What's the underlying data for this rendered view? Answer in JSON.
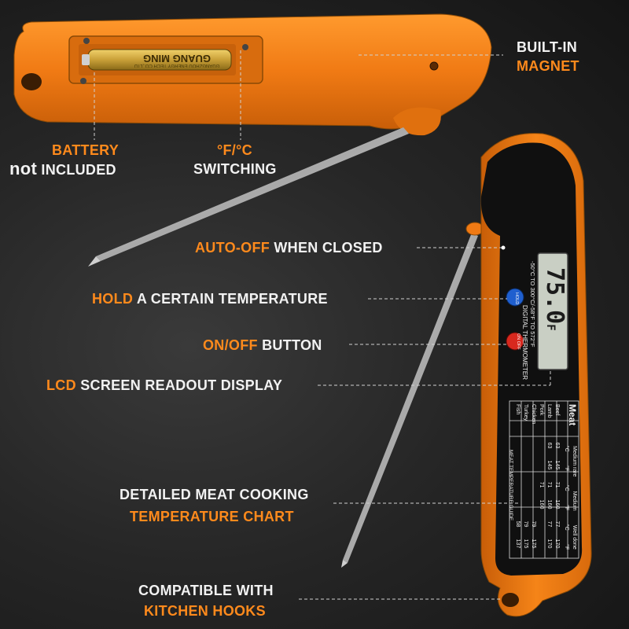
{
  "colors": {
    "accent": "#ff8a1c",
    "body_orange": "#f07a14",
    "text": "#f2f2f2",
    "lcd": "#c9cfc4"
  },
  "battery_brand": "GUANG MING",
  "battery_small_text": "GUANGZHOU ENERGY TECH CO.,LTD",
  "labels": {
    "built_in": "BUILT-IN",
    "magnet": "MAGNET",
    "battery": "BATTERY",
    "not": "not",
    "included": "INCLUDED",
    "fc": "°F/°C",
    "switching": "SWITCHING",
    "auto_off_accent": "AUTO-OFF",
    "auto_off_rest": "WHEN CLOSED",
    "hold_accent": "HOLD",
    "hold_rest": "A CERTAIN TEMPERATURE",
    "onoff_accent": "ON/OFF",
    "onoff_rest": "BUTTON",
    "lcd_accent": "LCD",
    "lcd_rest": "SCREEN READOUT DISPLAY",
    "chart_line1": "DETAILED MEAT COOKING",
    "chart_line2": "TEMPERATURE CHART",
    "hooks_line1": "COMPATIBLE WITH",
    "hooks_line2": "KITCHEN HOOKS"
  },
  "device": {
    "title": "DIGITAL THERMOMETER",
    "range": "-50°C TO 300°C/-58°F TO 572°F",
    "hold_button": "HOLD",
    "onoff_button": "ON OFF",
    "reading": "75.0",
    "unit": "F",
    "meat_header": "Meat",
    "doneness": [
      "Medium rare",
      "Medium",
      "Well done"
    ],
    "unit_row": [
      "°C",
      "°F",
      "°C",
      "°F",
      "°C",
      "°F"
    ],
    "meats": [
      {
        "name": "Beef",
        "values": [
          "63",
          "145",
          "71",
          "160",
          "77",
          "170"
        ]
      },
      {
        "name": "Lamb",
        "values": [
          "63",
          "145",
          "71",
          "160",
          "77",
          "170"
        ]
      },
      {
        "name": "Pork",
        "values": [
          "",
          "",
          "71",
          "160",
          "",
          ""
        ]
      },
      {
        "name": "Chicken",
        "values": [
          "",
          "",
          "",
          "",
          "79",
          "175"
        ]
      },
      {
        "name": "Turkey",
        "values": [
          "",
          "",
          "",
          "",
          "79",
          "175"
        ]
      },
      {
        "name": "Fish",
        "values": [
          "",
          "",
          "",
          "",
          "58",
          "137"
        ]
      }
    ],
    "guide_text": "MEAT TEMPERATURE GUIDE"
  }
}
